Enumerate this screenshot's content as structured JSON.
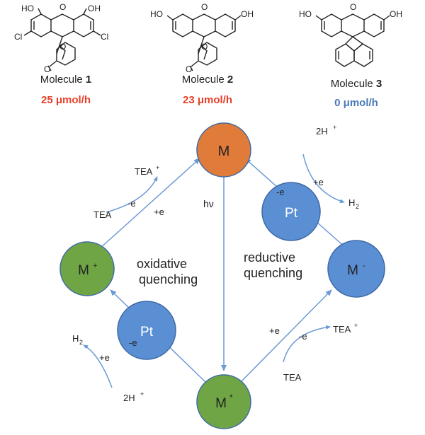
{
  "molecules": [
    {
      "label": "Molecule",
      "number": "1",
      "rate": "25 μmol/h",
      "rate_color": "#e8402a",
      "substituent": "Cl",
      "hydroxyl": "OH",
      "carbonyl_o": "O",
      "ring_o": "O",
      "bridge_o": "O",
      "hydroxyl_left": "HO"
    },
    {
      "label": "Molecule",
      "number": "2",
      "rate": "23 μmol/h",
      "rate_color": "#e8402a",
      "hydroxyl": "OH",
      "carbonyl_o": "O",
      "ring_o": "O",
      "bridge_o": "O",
      "hydroxyl_left": "HO"
    },
    {
      "label": "Molecule",
      "number": "3",
      "rate": "0 μmol/h",
      "rate_color": "#4a7ab8",
      "hydroxyl": "OH",
      "bridge_o": "O",
      "hydroxyl_left": "HO"
    }
  ],
  "nodes": {
    "m": "M",
    "m_plus": "M",
    "m_plus_sup": "+",
    "m_minus": "M",
    "m_minus_sup": "-",
    "m_star": "M",
    "m_star_sup": "*",
    "pt_left": "Pt",
    "pt_right": "Pt"
  },
  "labels": {
    "oxidative": [
      "oxidative",
      "quenching"
    ],
    "reductive": [
      "reductive",
      "quenching"
    ],
    "hv": "hν",
    "tea_plus": "TEA",
    "plus_sup": "+",
    "tea": "TEA",
    "minus_e": "-e",
    "plus_e": "+e",
    "h2": "H",
    "h2_sub": "2",
    "two_h_plus": "2H"
  },
  "colors": {
    "orange": "#e07b39",
    "green": "#6fa545",
    "blue": "#5b8fd4",
    "arrow": "#6b9ad6",
    "circle_stroke": "#3f6aa6"
  }
}
